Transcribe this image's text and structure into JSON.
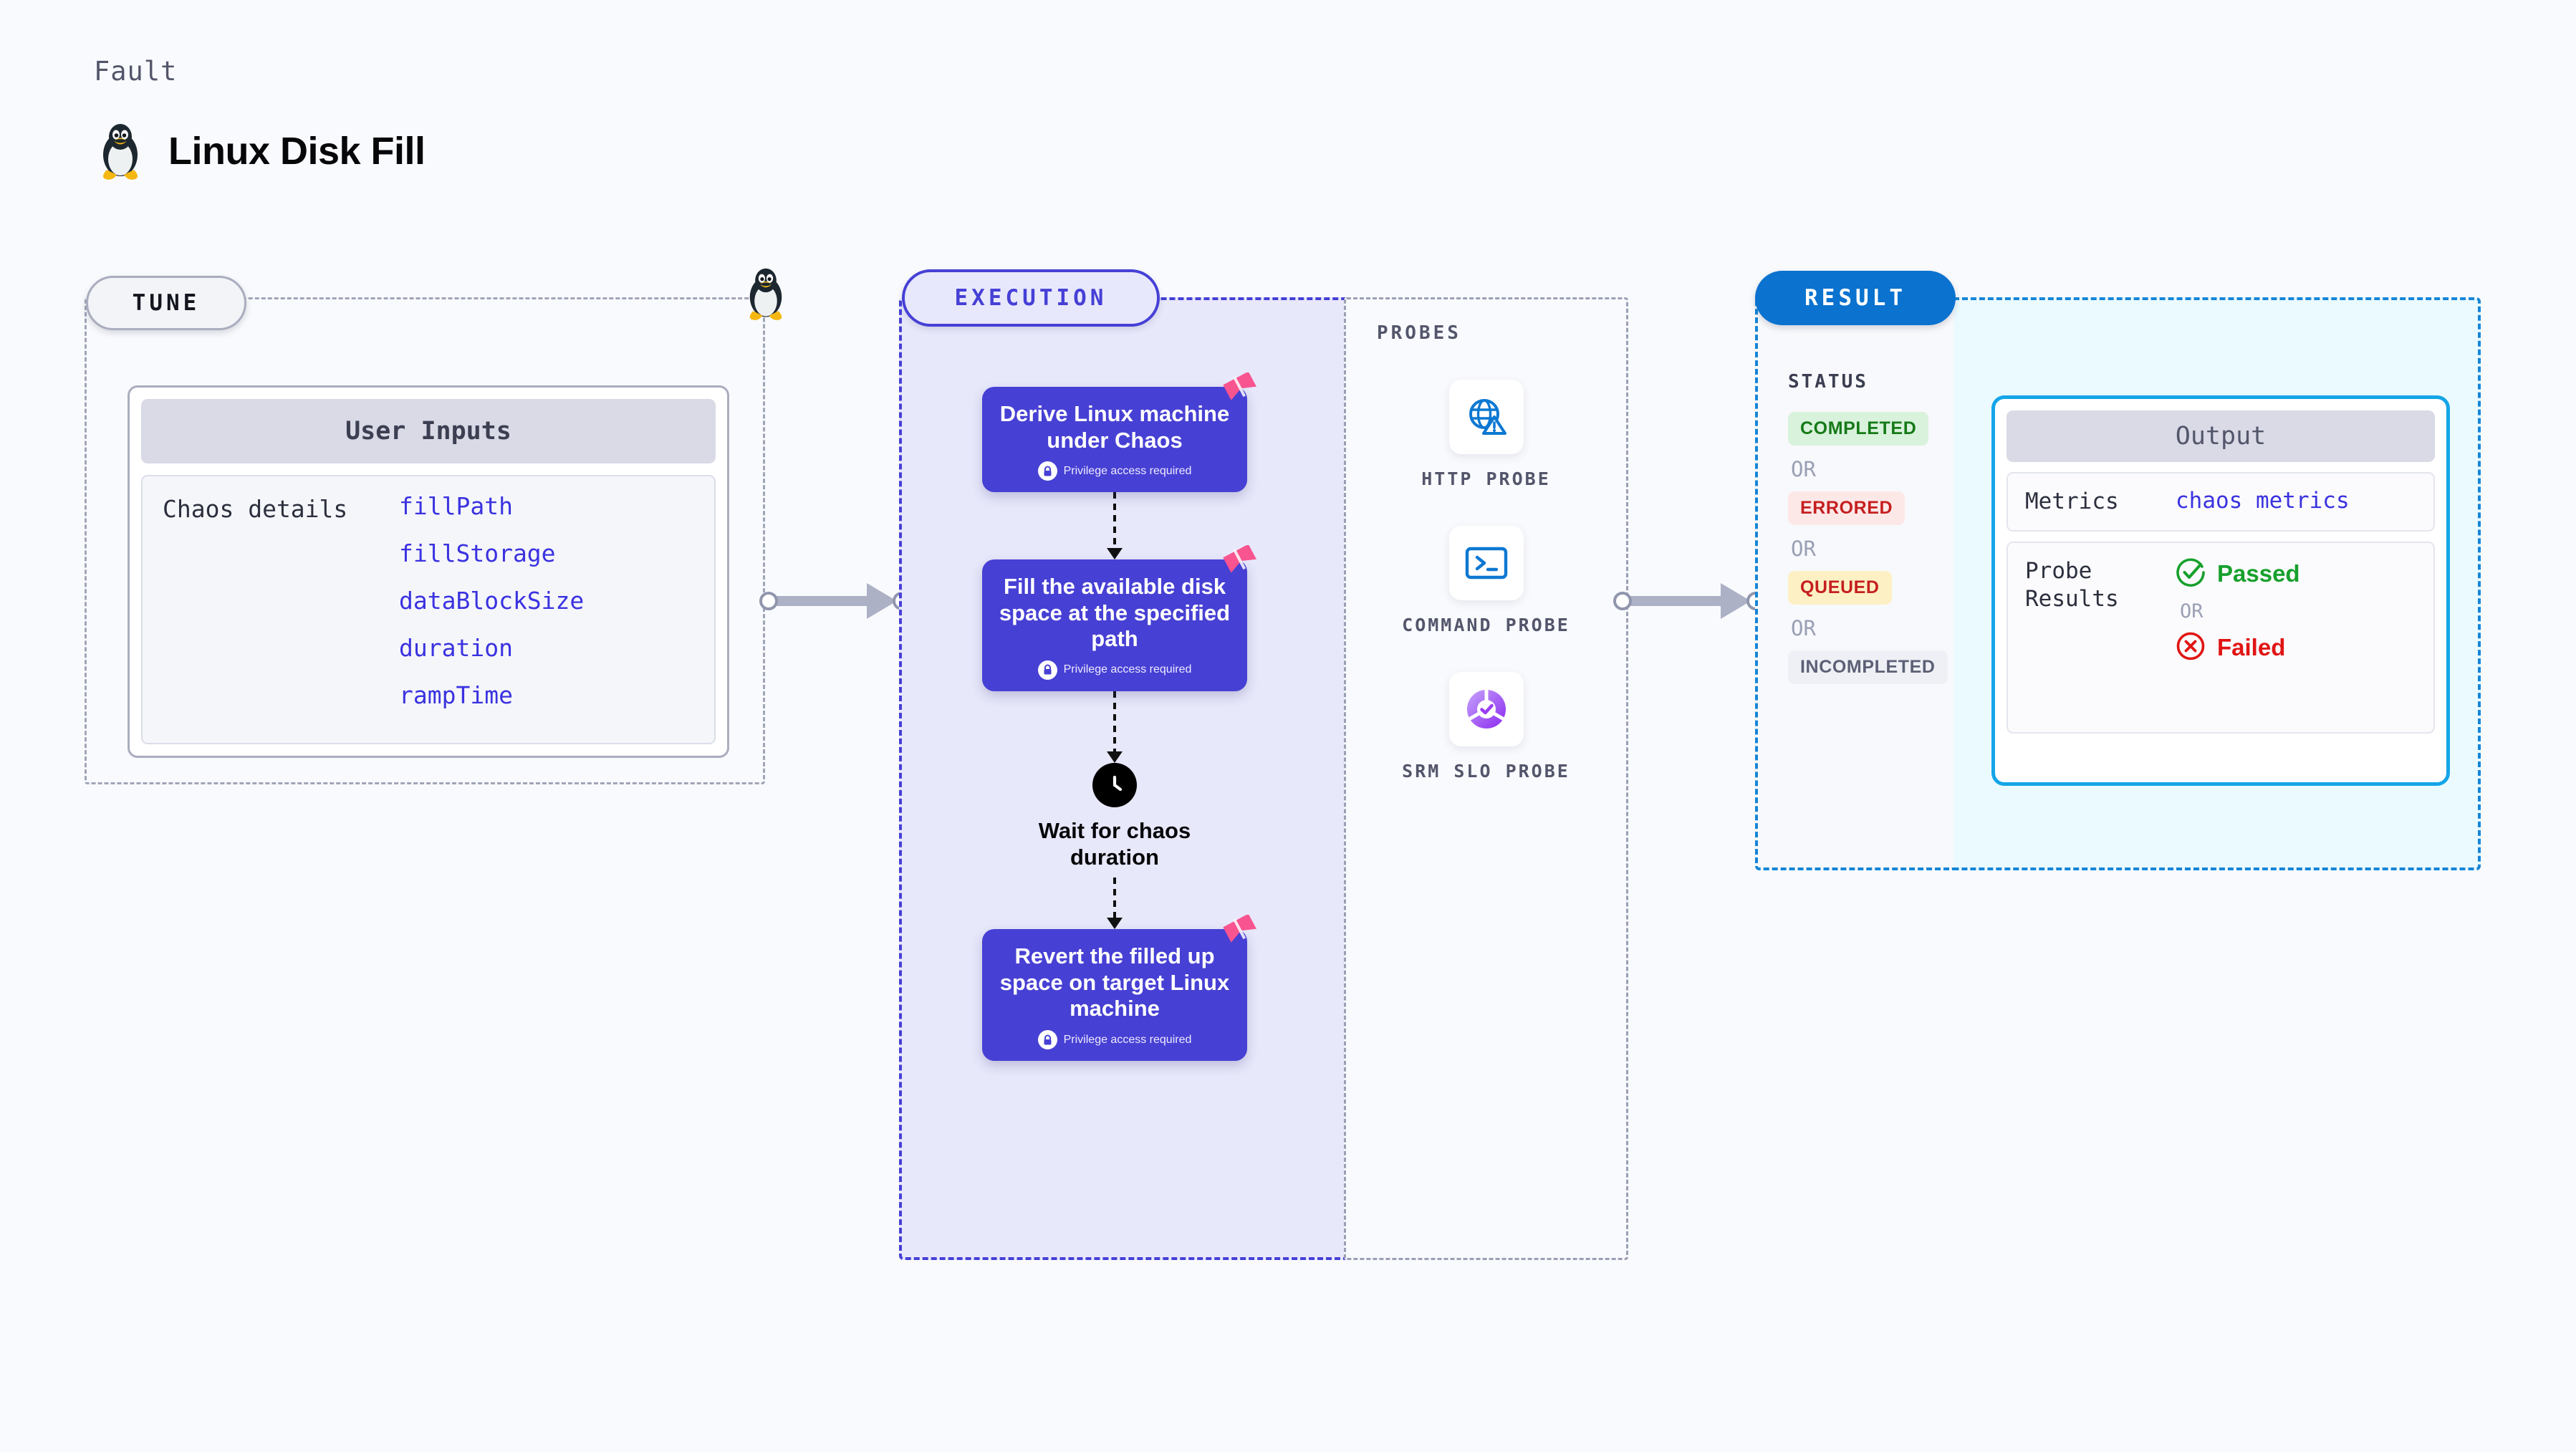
{
  "header": {
    "eyebrow": "Fault",
    "title": "Linux Disk Fill",
    "icon": "linux-penguin-icon"
  },
  "colors": {
    "page_background": "#f9fafd",
    "execution_accent": "#4640d6",
    "execution_fill": "#e8e8fb",
    "execution_card": "#4740d4",
    "result_accent": "#1585d8",
    "result_pill": "#0b72cf",
    "output_border": "#14a5e8",
    "output_fill": "#ebfaff",
    "flag_pink": "#f8548f",
    "param_link": "#3a32e0",
    "tune_border": "#a0a5b8"
  },
  "tune": {
    "pill_label": "TUNE",
    "card": {
      "header": "User Inputs",
      "row_label": "Chaos details",
      "params": [
        "fillPath",
        "fillStorage",
        "dataBlockSize",
        "duration",
        "rampTime"
      ]
    }
  },
  "execution": {
    "pill_label": "EXECUTION",
    "steps": [
      {
        "type": "card",
        "title": "Derive Linux machine under Chaos",
        "privilege_note": "Privilege access required",
        "flag": "pink-flag-icon",
        "lock": "lock-icon"
      },
      {
        "type": "card",
        "title": "Fill the available disk space at the specified path",
        "privilege_note": "Privilege access required",
        "flag": "pink-flag-icon",
        "lock": "lock-icon"
      },
      {
        "type": "wait",
        "title": "Wait for chaos duration",
        "icon": "clock-icon"
      },
      {
        "type": "card",
        "title": "Revert the filled up space on target Linux machine",
        "privilege_note": "Privilege access required",
        "flag": "pink-flag-icon",
        "lock": "lock-icon"
      }
    ]
  },
  "probes": {
    "title": "PROBES",
    "items": [
      {
        "label": "HTTP PROBE",
        "icon": "globe-warning-icon"
      },
      {
        "label": "COMMAND PROBE",
        "icon": "terminal-icon"
      },
      {
        "label": "SRM SLO PROBE",
        "icon": "slo-donut-check-icon"
      }
    ]
  },
  "result": {
    "pill_label": "RESULT",
    "status_title": "STATUS",
    "or_label": "OR",
    "statuses": [
      {
        "label": "COMPLETED",
        "text_color": "#157a17",
        "bg_color": "#d9f2dc"
      },
      {
        "label": "ERRORED",
        "text_color": "#c51f1f",
        "bg_color": "#fde8e8"
      },
      {
        "label": "QUEUED",
        "text_color": "#c51f1f",
        "bg_color": "#fcf0c4"
      },
      {
        "label": "INCOMPLETED",
        "text_color": "#5c6076",
        "bg_color": "#eef0f5"
      }
    ],
    "output": {
      "header": "Output",
      "metrics_label": "Metrics",
      "metrics_value": "chaos metrics",
      "probe_results_label": "Probe Results",
      "passed_label": "Passed",
      "failed_label": "Failed",
      "or_label": "OR",
      "passed_icon": "check-circle-icon",
      "failed_icon": "x-circle-icon"
    }
  },
  "connectors": {
    "tune_to_execution": "arrow-right",
    "probes_to_result": "arrow-right",
    "penguin_marker": "linux-penguin-icon"
  }
}
